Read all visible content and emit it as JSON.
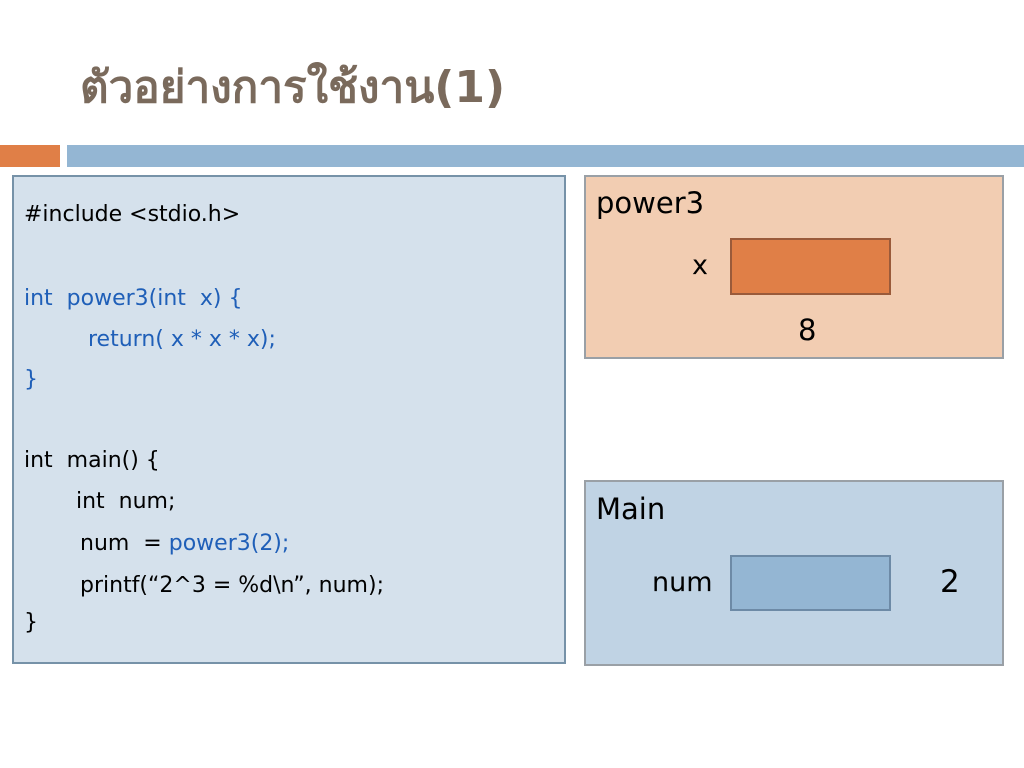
{
  "slide": {
    "title": "ตัวอย่างการใช้งาน(1)"
  },
  "code": {
    "lines": [
      "#include <stdio.h>",
      "int  power3(int  x) {",
      "return( x * x * x);",
      "}",
      "int  main() {",
      "int  num;",
      "num  = ",
      "power3(2);",
      "printf(“2^3 = %d\\n”, num);",
      "}"
    ]
  },
  "power3_panel": {
    "label": "power3",
    "var_name": "x",
    "value": "8"
  },
  "main_panel": {
    "label": "Main",
    "var_name": "num",
    "value": "2"
  },
  "colors": {
    "accent_orange": "#e07f47",
    "accent_blue": "#94b6d3",
    "code_blue": "#1f5fb8"
  }
}
